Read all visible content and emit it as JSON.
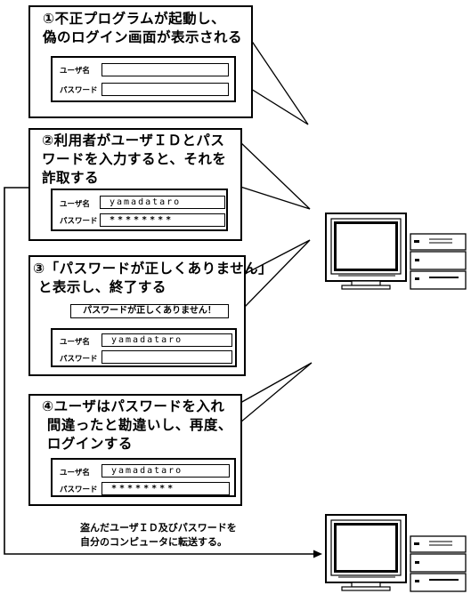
{
  "steps": [
    {
      "title": "①不正プログラムが起動し、\n偽のログイン画面が表示される",
      "username_label": "ユーザ名",
      "password_label": "パスワード",
      "username_value": "",
      "password_value": ""
    },
    {
      "title": "②利用者がユーザＩＤとパス\nワードを入力すると、それを\n詐取する",
      "username_label": "ユーザ名",
      "password_label": "パスワード",
      "username_value": "yamadataro",
      "password_value": "********"
    },
    {
      "title": "③「パスワードが正しくありません」\n と表示し、終了する",
      "error_message": "パスワードが正しくありません！",
      "username_label": "ユーザ名",
      "password_label": "パスワード",
      "username_value": "yamadataro",
      "password_value": ""
    },
    {
      "title": "④ユーザはパスワードを入れ\n 間違ったと勘違いし、再度、\n ログインする",
      "username_label": "ユーザ名",
      "password_label": "パスワード",
      "username_value": "yamadataro",
      "password_value": "********"
    }
  ],
  "transfer_note": "盗んだユーザＩＤ及びパスワードを\n自分のコンピュータに転送する。",
  "icons": {
    "victim_pc": "desktop-computer-icon",
    "attacker_pc": "desktop-computer-icon"
  }
}
